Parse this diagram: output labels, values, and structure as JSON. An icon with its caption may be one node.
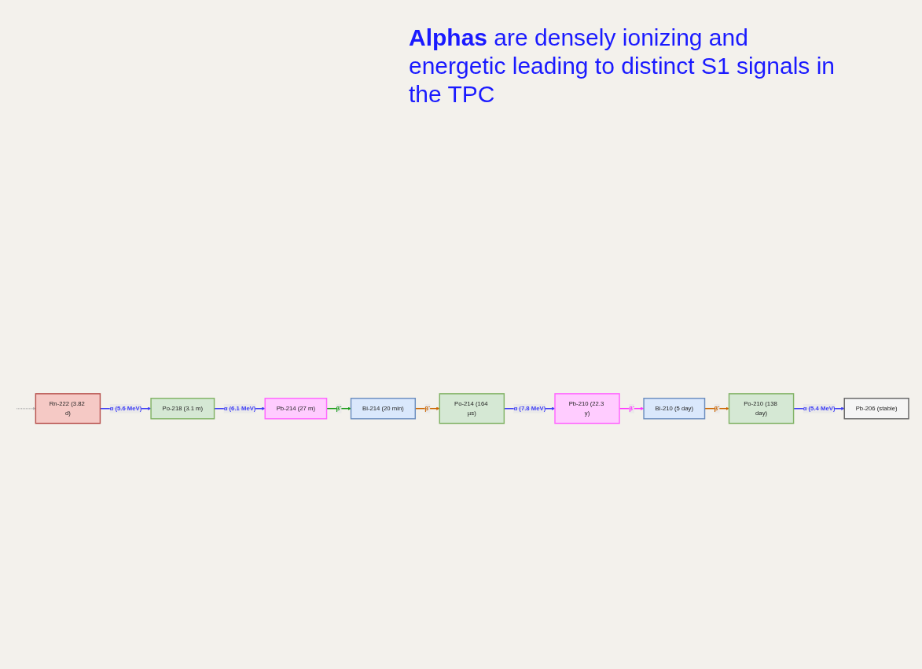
{
  "diagram": {
    "nodes": [
      {
        "text": [
          "Rn-222 (3.82 d)"
        ]
      },
      {
        "text": [
          "Po-218 (3.1 m)"
        ]
      },
      {
        "text": [
          "Pb-214 (27 m)"
        ]
      },
      {
        "text": [
          "Bi-214 (20 min)"
        ]
      },
      {
        "text": [
          "Po-214 (164 µs)"
        ]
      },
      {
        "text": [
          "Pb-210 (22.3 y)"
        ]
      },
      {
        "text": [
          "Bi-210 (5 day)"
        ]
      },
      {
        "text": [
          "Po-210 (138 day)"
        ]
      },
      {
        "text": [
          "Pb-206 (stable)"
        ]
      }
    ],
    "edges": [
      {
        "from": null,
        "to": 0,
        "arrow": "to",
        "style": "dashed",
        "color": "#b3b3b3"
      },
      {
        "from": 0,
        "to": 1,
        "arrow": "to",
        "label": "α (5.6 MeV)"
      },
      {
        "from": 1,
        "to": 2,
        "arrow": "to",
        "label": "α (6.1 MeV)"
      },
      {
        "from": 2,
        "to": 3,
        "arrow": "to",
        "label": "β⁻",
        "color": "#1a9c1a"
      },
      {
        "from": 3,
        "to": 4,
        "arrow": "to",
        "label": "β⁻",
        "color": "#cc6600"
      },
      {
        "from": 4,
        "to": 5,
        "arrow": "to",
        "label": "α (7.8 MeV)"
      },
      {
        "from": 5,
        "to": 6,
        "arrow": "to",
        "label": "β⁻",
        "color": "#ff33ff"
      },
      {
        "from": 6,
        "to": 7,
        "arrow": "to",
        "label": "β⁻",
        "color": "#cc6600"
      },
      {
        "from": 7,
        "to": 8,
        "arrow": "to",
        "label": "α (5.4 MeV)"
      }
    ],
    "labels": [
      "**Alphas** are densely ionizing and energetic leading to distinct S1 signals in the TPC"
    ]
  }
}
